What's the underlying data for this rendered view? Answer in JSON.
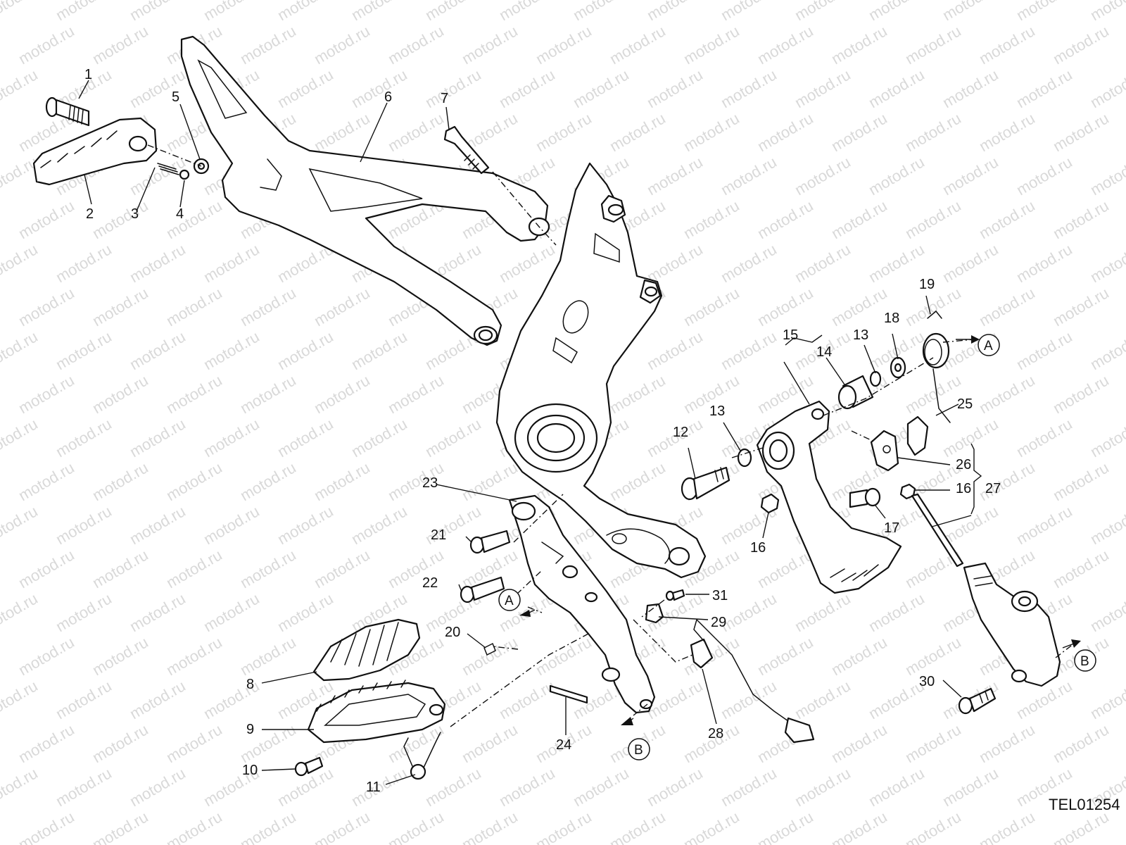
{
  "watermark": "motod.ru",
  "drawing_code": "TEL01254",
  "part_numbers": [
    "1",
    "2",
    "3",
    "4",
    "5",
    "6",
    "7",
    "8",
    "9",
    "10",
    "11",
    "12",
    "13",
    "13",
    "14",
    "15",
    "16",
    "16",
    "17",
    "18",
    "19",
    "20",
    "21",
    "22",
    "23",
    "24",
    "25",
    "26",
    "27",
    "28",
    "29",
    "30",
    "31"
  ],
  "reference_markers": [
    "A",
    "A",
    "B",
    "B"
  ]
}
